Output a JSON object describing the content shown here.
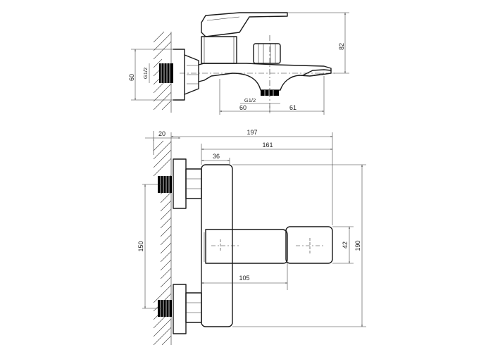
{
  "side_view": {
    "thread_left": "G1/2",
    "height_60": "60",
    "height_82": "82",
    "thread_bottom": "G1/2",
    "width_60": "60",
    "width_61": "61"
  },
  "front_view": {
    "width_20": "20",
    "width_197": "197",
    "width_161": "161",
    "width_36": "36",
    "width_105": "105",
    "height_150": "150",
    "height_42": "42",
    "height_190": "190"
  },
  "colors": {
    "line": "#1a1a1a",
    "background": "#ffffff"
  }
}
